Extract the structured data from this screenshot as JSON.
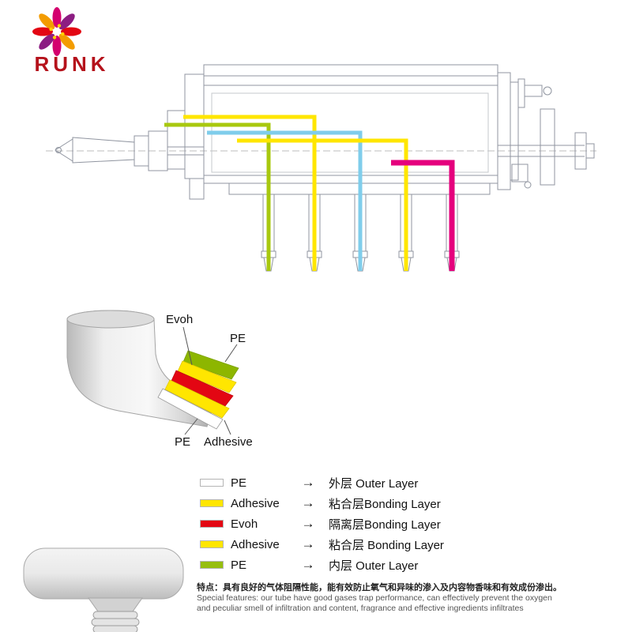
{
  "logo": {
    "brand": "RUNK"
  },
  "diagram": {
    "machine_colors": {
      "green": "#a8c80f",
      "yellow": "#ffe600",
      "cyan": "#7fcdeb",
      "magenta": "#e5007d"
    }
  },
  "tube": {
    "labels": {
      "evoh": "Evoh",
      "pe_outer": "PE",
      "pe_inner": "PE",
      "adhesive": "Adhesive"
    }
  },
  "legend": {
    "rows": [
      {
        "name": "PE",
        "arrow": "→",
        "desc": "外层 Outer Layer",
        "color": "#ffffff"
      },
      {
        "name": "Adhesive",
        "arrow": "→",
        "desc": "粘合层Bonding Layer",
        "color": "#ffe600"
      },
      {
        "name": "Evoh",
        "arrow": "→",
        "desc": "隔离层Bonding Layer",
        "color": "#e30613"
      },
      {
        "name": "Adhesive",
        "arrow": "→",
        "desc": "粘合层 Bonding Layer",
        "color": "#ffe600"
      },
      {
        "name": "PE",
        "arrow": "→",
        "desc": "内层 Outer Layer",
        "color": "#96be0e"
      }
    ]
  },
  "features": {
    "zh": "特点：具有良好的气体阻隔性能，能有效防止氧气和异味的渗入及内容物香味和有效成份渗出。",
    "en_line1": "Special features: our  tube  have good gases trap performance, can effectively prevent the oxygen",
    "en_line2": "and peculiar smell of infiltration and content, fragrance and effective ingredients infiltrates"
  }
}
